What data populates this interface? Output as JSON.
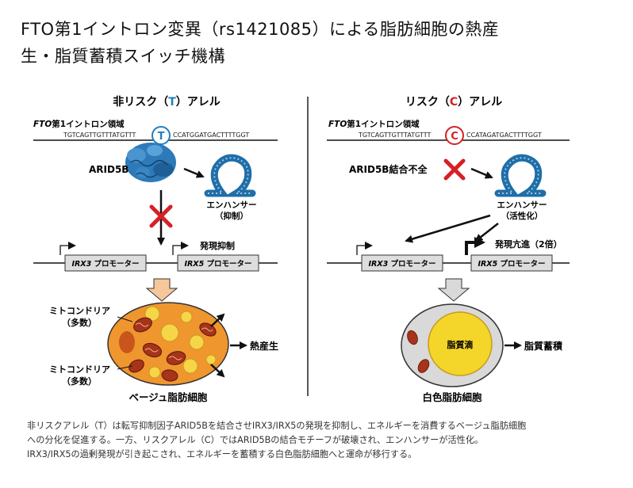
{
  "title": {
    "line1": "FTO第1イントロン変異（rs1421085）による脂肪細胞の熱産",
    "line2": "生・脂質蓄積スイッチ機構"
  },
  "left": {
    "heading_pre": "非リスク（",
    "heading_allele": "T",
    "heading_post": "）アレル",
    "region_gene": "FTO",
    "region_label": "第1イントロン領域",
    "seq_left": "TGTCAGTTGTTTATGTTT",
    "seq_right": "CCATGGATGACTTTTGGT",
    "protein_label": "ARID5B",
    "enhancer_label": "エンハンサー",
    "enhancer_state": "（抑制）",
    "expression_label": "発現抑制",
    "promoter_irx3": "IRX3",
    "promoter_irx5": "IRX5",
    "promoter_suffix": " プロモーター",
    "mito_label": "ミトコンドリア",
    "mito_count": "（多数）",
    "output_label": "熱産生",
    "cell_label": "ベージュ脂肪細胞"
  },
  "right": {
    "heading_pre": "リスク（",
    "heading_allele": "C",
    "heading_post": "）アレル",
    "region_gene": "FTO",
    "region_label": "第1イントロン領域",
    "seq_left": "TGTCAGTTGTTTATGTTT",
    "seq_right": "CCATAGATGACTTTTGGT",
    "protein_label": "ARID5B結合不全",
    "enhancer_label": "エンハンサー",
    "enhancer_state": "（活性化）",
    "expression_label": "発現亢進（2倍）",
    "promoter_irx3": "IRX3",
    "promoter_irx5": "IRX5",
    "promoter_suffix": " プロモーター",
    "droplet_label": "脂質滴",
    "output_label": "脂質蓄積",
    "cell_label": "白色脂肪細胞"
  },
  "caption": {
    "line1": "非リスクアレル（T）は転写抑制因子ARID5Bを結合させIRX3/IRX5の発現を抑制し、エネルギーを消費するベージュ脂肪細胞",
    "line2": "への分化を促進する。一方、リスクアレル（C）ではARID5Bの結合モチーフが破壊され、エンハンサーが活性化。",
    "line3": "IRX3/IRX5の過剰発現が引き起こされ、エネルギーを蓄積する白色脂肪細胞へと運命が移行する。"
  },
  "colors": {
    "allele_t": "#1f7fc0",
    "allele_c": "#d62027",
    "block_x": "#d62027",
    "protein": "#2e7ab8",
    "beige_cell": "#f0962e",
    "white_cell": "#d8d8d8",
    "lipid": "#f4d52a"
  }
}
